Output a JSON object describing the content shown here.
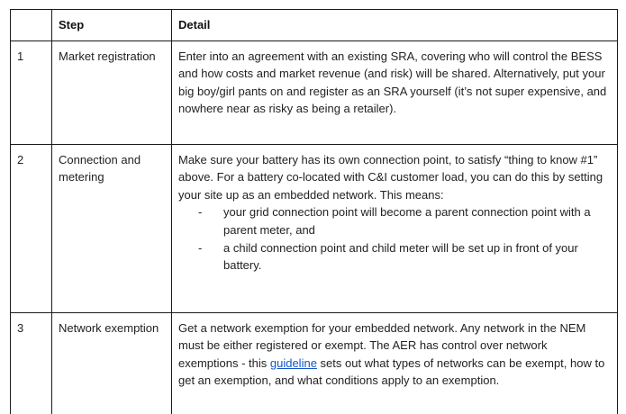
{
  "document": {
    "type": "table",
    "title": "Steps table"
  },
  "table": {
    "headers": {
      "blank": "",
      "step": "Step",
      "detail": "Detail"
    },
    "rows": [
      {
        "number": "1",
        "step": "Market registration",
        "detail_paragraphs": [
          "Enter into an agreement with an existing SRA, covering who will control the BESS and how costs and market revenue (and risk) will be shared. Alternatively, put your big boy/girl pants on and register as an SRA yourself (it’s not super expensive, and nowhere near as risky as being a retailer)."
        ]
      },
      {
        "number": "2",
        "step": "Connection and metering",
        "detail_intro": "Make sure your battery has its own connection point, to satisfy “thing to know #1” above. For a battery co-located with C&I customer load, you can do this by setting your site up as an embedded network. This means:",
        "detail_bullets": [
          {
            "marker": "-",
            "text": "your grid connection point will become a parent connection point with a parent meter, and"
          },
          {
            "marker": "-",
            "text": "a child connection point and child meter will be set up in front of your battery."
          }
        ]
      },
      {
        "number": "3",
        "step": "Network exemption",
        "detail_before_link": "Get a network exemption for your embedded network. Any network in the NEM must be either registered or exempt. The AER has control over network exemptions - this ",
        "detail_link_text": "guideline",
        "detail_after_link": " sets out what types of networks can be exempt, how to get an exemption, and what conditions apply to an exemption."
      }
    ]
  },
  "colors": {
    "border": "#1a1a1a",
    "text": "#222222",
    "link": "#1155cc",
    "background": "#ffffff"
  }
}
